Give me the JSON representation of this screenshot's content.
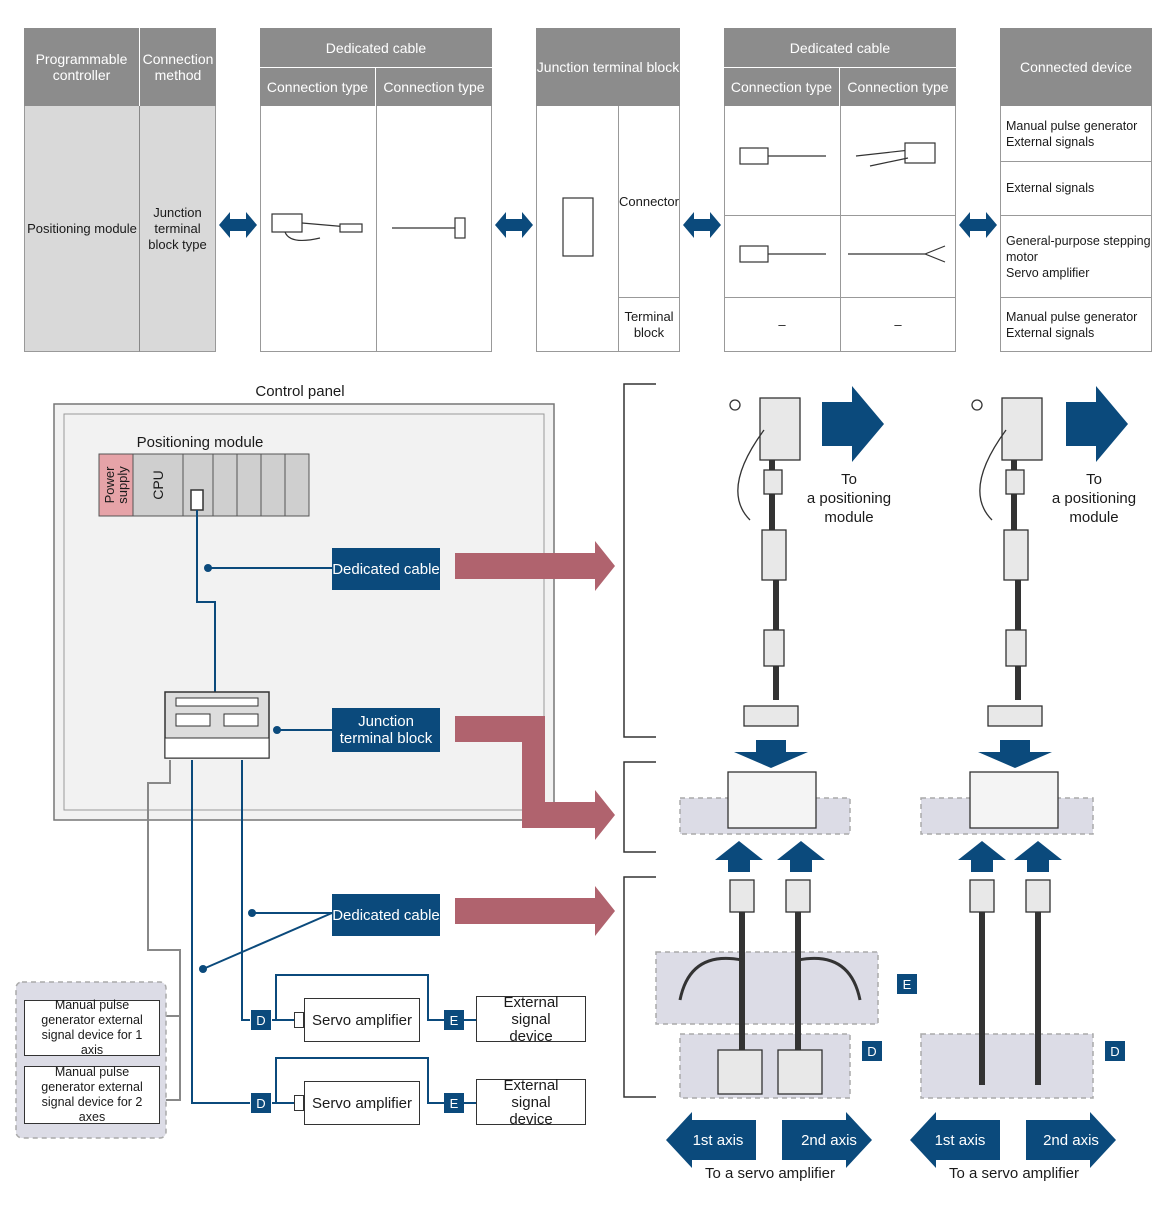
{
  "table": {
    "programmable_controller": "Programmable controller",
    "connection_method": "Connection method",
    "dedicated_cable": "Dedicated cable",
    "connection_type": "Connection type",
    "junction_terminal_block": "Junction terminal block",
    "connected_device": "Connected device",
    "positioning_module": "Positioning module",
    "junction_terminal_block_type": "Junction terminal block type",
    "connector": "Connector",
    "terminal_block": "Terminal block",
    "dash": "–",
    "devices": [
      "Manual pulse generator\nExternal signals",
      "External signals",
      "General-purpose stepping motor\nServo amplifier",
      "Manual pulse generator\nExternal signals"
    ]
  },
  "diagram": {
    "control_panel": "Control panel",
    "positioning_module": "Positioning module",
    "power_supply": "Power supply",
    "cpu": "CPU",
    "dedicated_cable": "Dedicated cable",
    "junction_terminal_block": "Junction terminal block",
    "servo_amplifier": "Servo amplifier",
    "external_signal_device": "External signal device",
    "mpg_1axis": "Manual pulse generator external signal device for 1 axis",
    "mpg_2axes": "Manual pulse generator external signal device for 2 axes",
    "tag_d": "D",
    "tag_e": "E",
    "to_positioning_module": "To\na positioning\nmodule",
    "axis1": "1st axis",
    "axis2": "2nd axis",
    "to_servo_amplifier": "To a servo amplifier"
  },
  "colors": {
    "navy": "#0b4a7c",
    "rose": "#b0636e",
    "header": "#8c8c8c",
    "cell": "#d9d9d9"
  }
}
